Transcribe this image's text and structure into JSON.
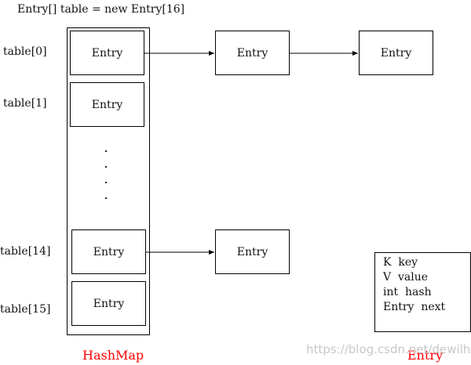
{
  "declaration": "Entry[] table = new Entry[16]",
  "row_labels": [
    "table[0]",
    "table[1]",
    "table[14]",
    "table[15]"
  ],
  "container_label": "HashMap",
  "entry_label": "Entry",
  "ellipsis_dots": [
    ".",
    ".",
    ".",
    "."
  ],
  "legend": {
    "title": "Entry",
    "fields": [
      "K  key",
      "V  value",
      "int  hash",
      "Entry  next"
    ]
  },
  "watermark": "https://blog.csdn.net/dewilhai",
  "colors": {
    "line": "#000000",
    "caption": "#ff0000",
    "watermark": "#c8c8c8"
  }
}
